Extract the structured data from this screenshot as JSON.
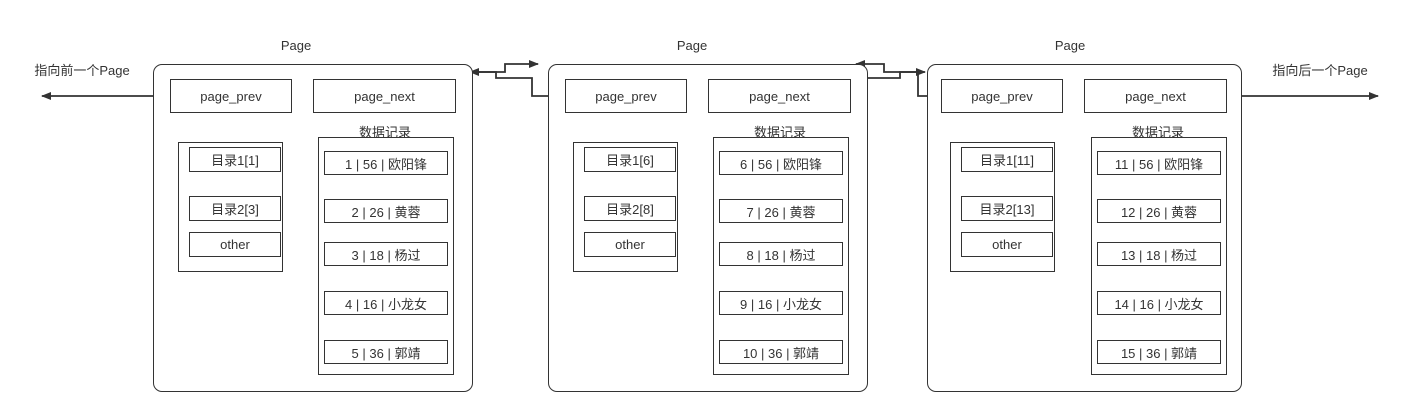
{
  "diagram": {
    "title_left_arrow_label": "指向前一个Page",
    "title_right_arrow_label": "指向后一个Page",
    "page_label": "Page",
    "records_label": "数据记录",
    "prev_pointer_label": "page_prev",
    "next_pointer_label": "page_next",
    "other_label": "other",
    "colors": {
      "stroke": "#333333",
      "background": "#ffffff",
      "text": "#333333"
    }
  },
  "pages": [
    {
      "name": "page-1",
      "page_label": "Page",
      "prev_label": "page_prev",
      "next_label": "page_next",
      "records_label": "数据记录",
      "directory": [
        {
          "label": "目录1[1]"
        },
        {
          "label": "目录2[3]"
        },
        {
          "label": "other"
        }
      ],
      "records": [
        {
          "label": "1 | 56 | 欧阳锋"
        },
        {
          "label": "2 | 26 | 黄蓉"
        },
        {
          "label": "3 | 18 | 杨过"
        },
        {
          "label": "4 | 16 | 小龙女"
        },
        {
          "label": "5 | 36 | 郭靖"
        }
      ]
    },
    {
      "name": "page-2",
      "page_label": "Page",
      "prev_label": "page_prev",
      "next_label": "page_next",
      "records_label": "数据记录",
      "directory": [
        {
          "label": "目录1[6]"
        },
        {
          "label": "目录2[8]"
        },
        {
          "label": "other"
        }
      ],
      "records": [
        {
          "label": "6 | 56 | 欧阳锋"
        },
        {
          "label": "7 | 26 | 黄蓉"
        },
        {
          "label": "8 | 18 | 杨过"
        },
        {
          "label": "9 | 16 | 小龙女"
        },
        {
          "label": "10 | 36 | 郭靖"
        }
      ]
    },
    {
      "name": "page-3",
      "page_label": "Page",
      "prev_label": "page_prev",
      "next_label": "page_next",
      "records_label": "数据记录",
      "directory": [
        {
          "label": "目录1[11]"
        },
        {
          "label": "目录2[13]"
        },
        {
          "label": "other"
        }
      ],
      "records": [
        {
          "label": "11 | 56 | 欧阳锋"
        },
        {
          "label": "12 | 26 | 黄蓉"
        },
        {
          "label": "13 | 18 | 杨过"
        },
        {
          "label": "14 | 16 | 小龙女"
        },
        {
          "label": "15 | 36 | 郭靖"
        }
      ]
    }
  ]
}
